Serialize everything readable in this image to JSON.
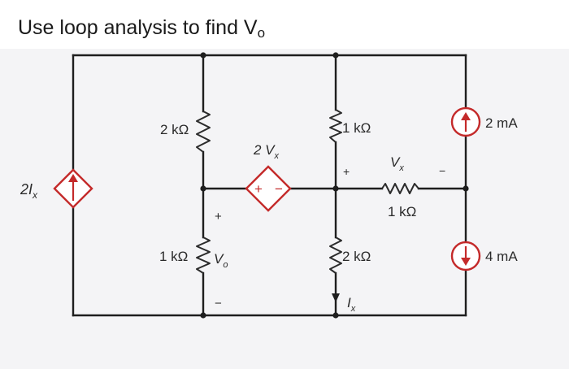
{
  "title": {
    "text": "Use loop analysis to find V",
    "subscript": "o"
  },
  "labels": {
    "r_top_left": "2 kΩ",
    "r_top_mid": "1 kΩ",
    "r_horizontal": "1 kΩ",
    "r_bottom_left": "1 kΩ",
    "r_bottom_mid": "2 kΩ",
    "src_top_right": "2 mA",
    "src_bottom_right": "4 mA",
    "dep_current_left": "2I",
    "dep_current_left_sub": "x",
    "dep_voltage_text": "2 V",
    "dep_voltage_sub": "x",
    "vx_text": "V",
    "vx_sub": "x",
    "vo_text": "V",
    "vo_sub": "o",
    "ix_text": "I",
    "ix_sub": "x",
    "plus": "+",
    "minus": "−"
  },
  "colors": {
    "wire": "#1e1e1e",
    "source": "#c42a2a",
    "background": "#f4f4f6"
  }
}
